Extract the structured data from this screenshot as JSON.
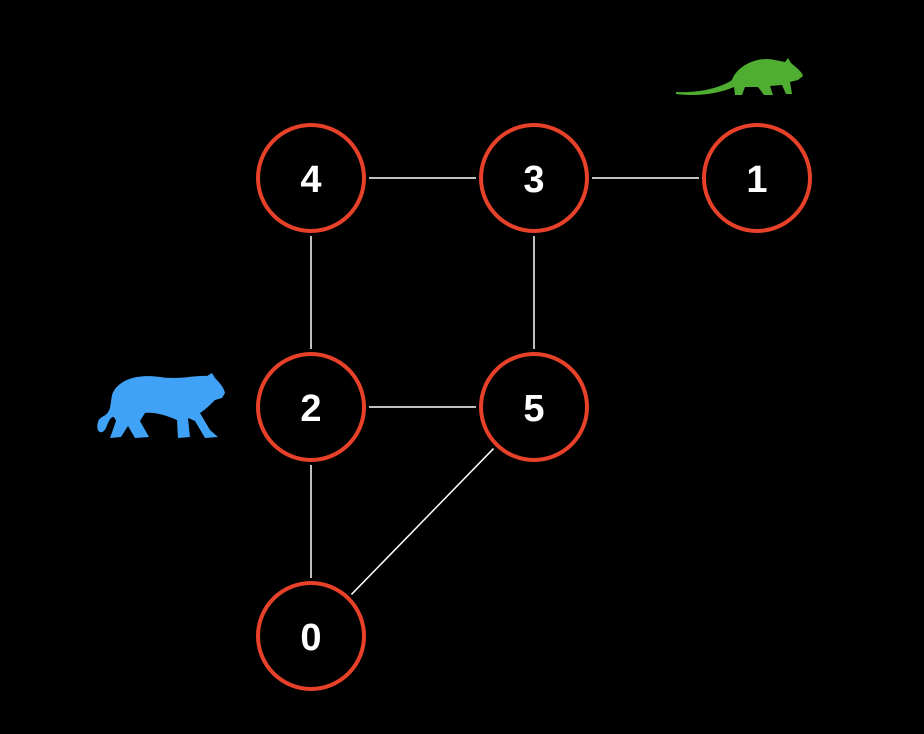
{
  "graph": {
    "nodes": [
      {
        "id": "4",
        "label": "4"
      },
      {
        "id": "3",
        "label": "3"
      },
      {
        "id": "1",
        "label": "1"
      },
      {
        "id": "2",
        "label": "2"
      },
      {
        "id": "5",
        "label": "5"
      },
      {
        "id": "0",
        "label": "0"
      }
    ],
    "edges": [
      [
        "4",
        "3"
      ],
      [
        "3",
        "1"
      ],
      [
        "4",
        "2"
      ],
      [
        "3",
        "5"
      ],
      [
        "2",
        "5"
      ],
      [
        "2",
        "0"
      ],
      [
        "0",
        "5"
      ]
    ],
    "icons": [
      {
        "name": "tiger-icon",
        "near_node": "2",
        "color": "#3fa2f6"
      },
      {
        "name": "mouse-icon",
        "near_node": "1",
        "color": "#4fae32"
      }
    ]
  },
  "colors": {
    "background": "#000000",
    "node_stroke": "#e8412a",
    "edge": "#ffffff",
    "label": "#ffffff"
  }
}
